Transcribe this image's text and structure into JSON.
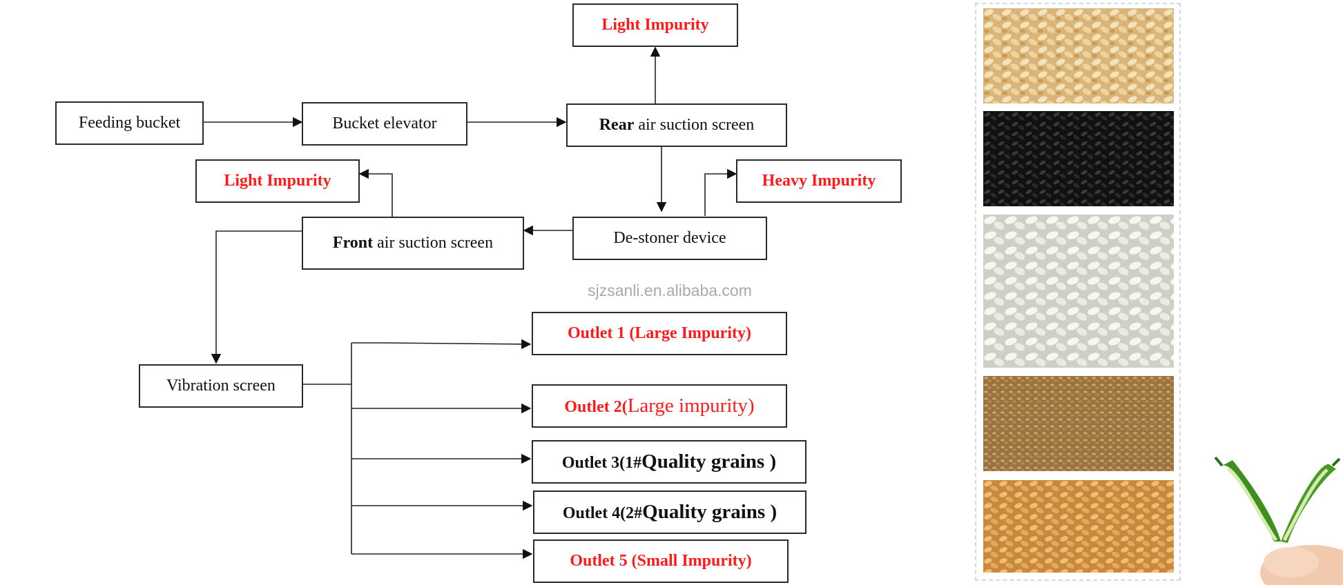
{
  "diagram": {
    "feeding_bucket": "Feeding bucket",
    "bucket_elevator": "Bucket elevator",
    "rear_screen_bold": "Rear",
    "rear_screen_rest": " air suction screen",
    "light_impurity_top": "Light Impurity",
    "de_stoner": "De-stoner device",
    "heavy_impurity": "Heavy Impurity",
    "front_screen_bold": "Front",
    "front_screen_rest": " air suction screen",
    "light_impurity_left": "Light Impurity",
    "vibration_screen": "Vibration screen",
    "outlet1": "Outlet 1 (Large Impurity)",
    "outlet2_a": "Outlet 2(",
    "outlet2_b": "Large impurity)",
    "outlet3_a": "Outlet 3(1#",
    "outlet3_b": "Quality grains )",
    "outlet4_a": "Outlet 4(2#",
    "outlet4_b": "Quality grains )",
    "outlet5": "Outlet 5 (Small Impurity)"
  },
  "watermark": "sjzsanli.en.alibaba.com",
  "colors": {
    "impurity_text": "#ff1a1a",
    "box_border": "#2a2a2a",
    "watermark": "#a9a9a9"
  },
  "photos": [
    "white-sesame-photo",
    "black-sesame-photo",
    "hulled-sesame-photo",
    "brown-sesame-photo",
    "golden-sesame-photo",
    "sesame-pod-hand-photo"
  ]
}
